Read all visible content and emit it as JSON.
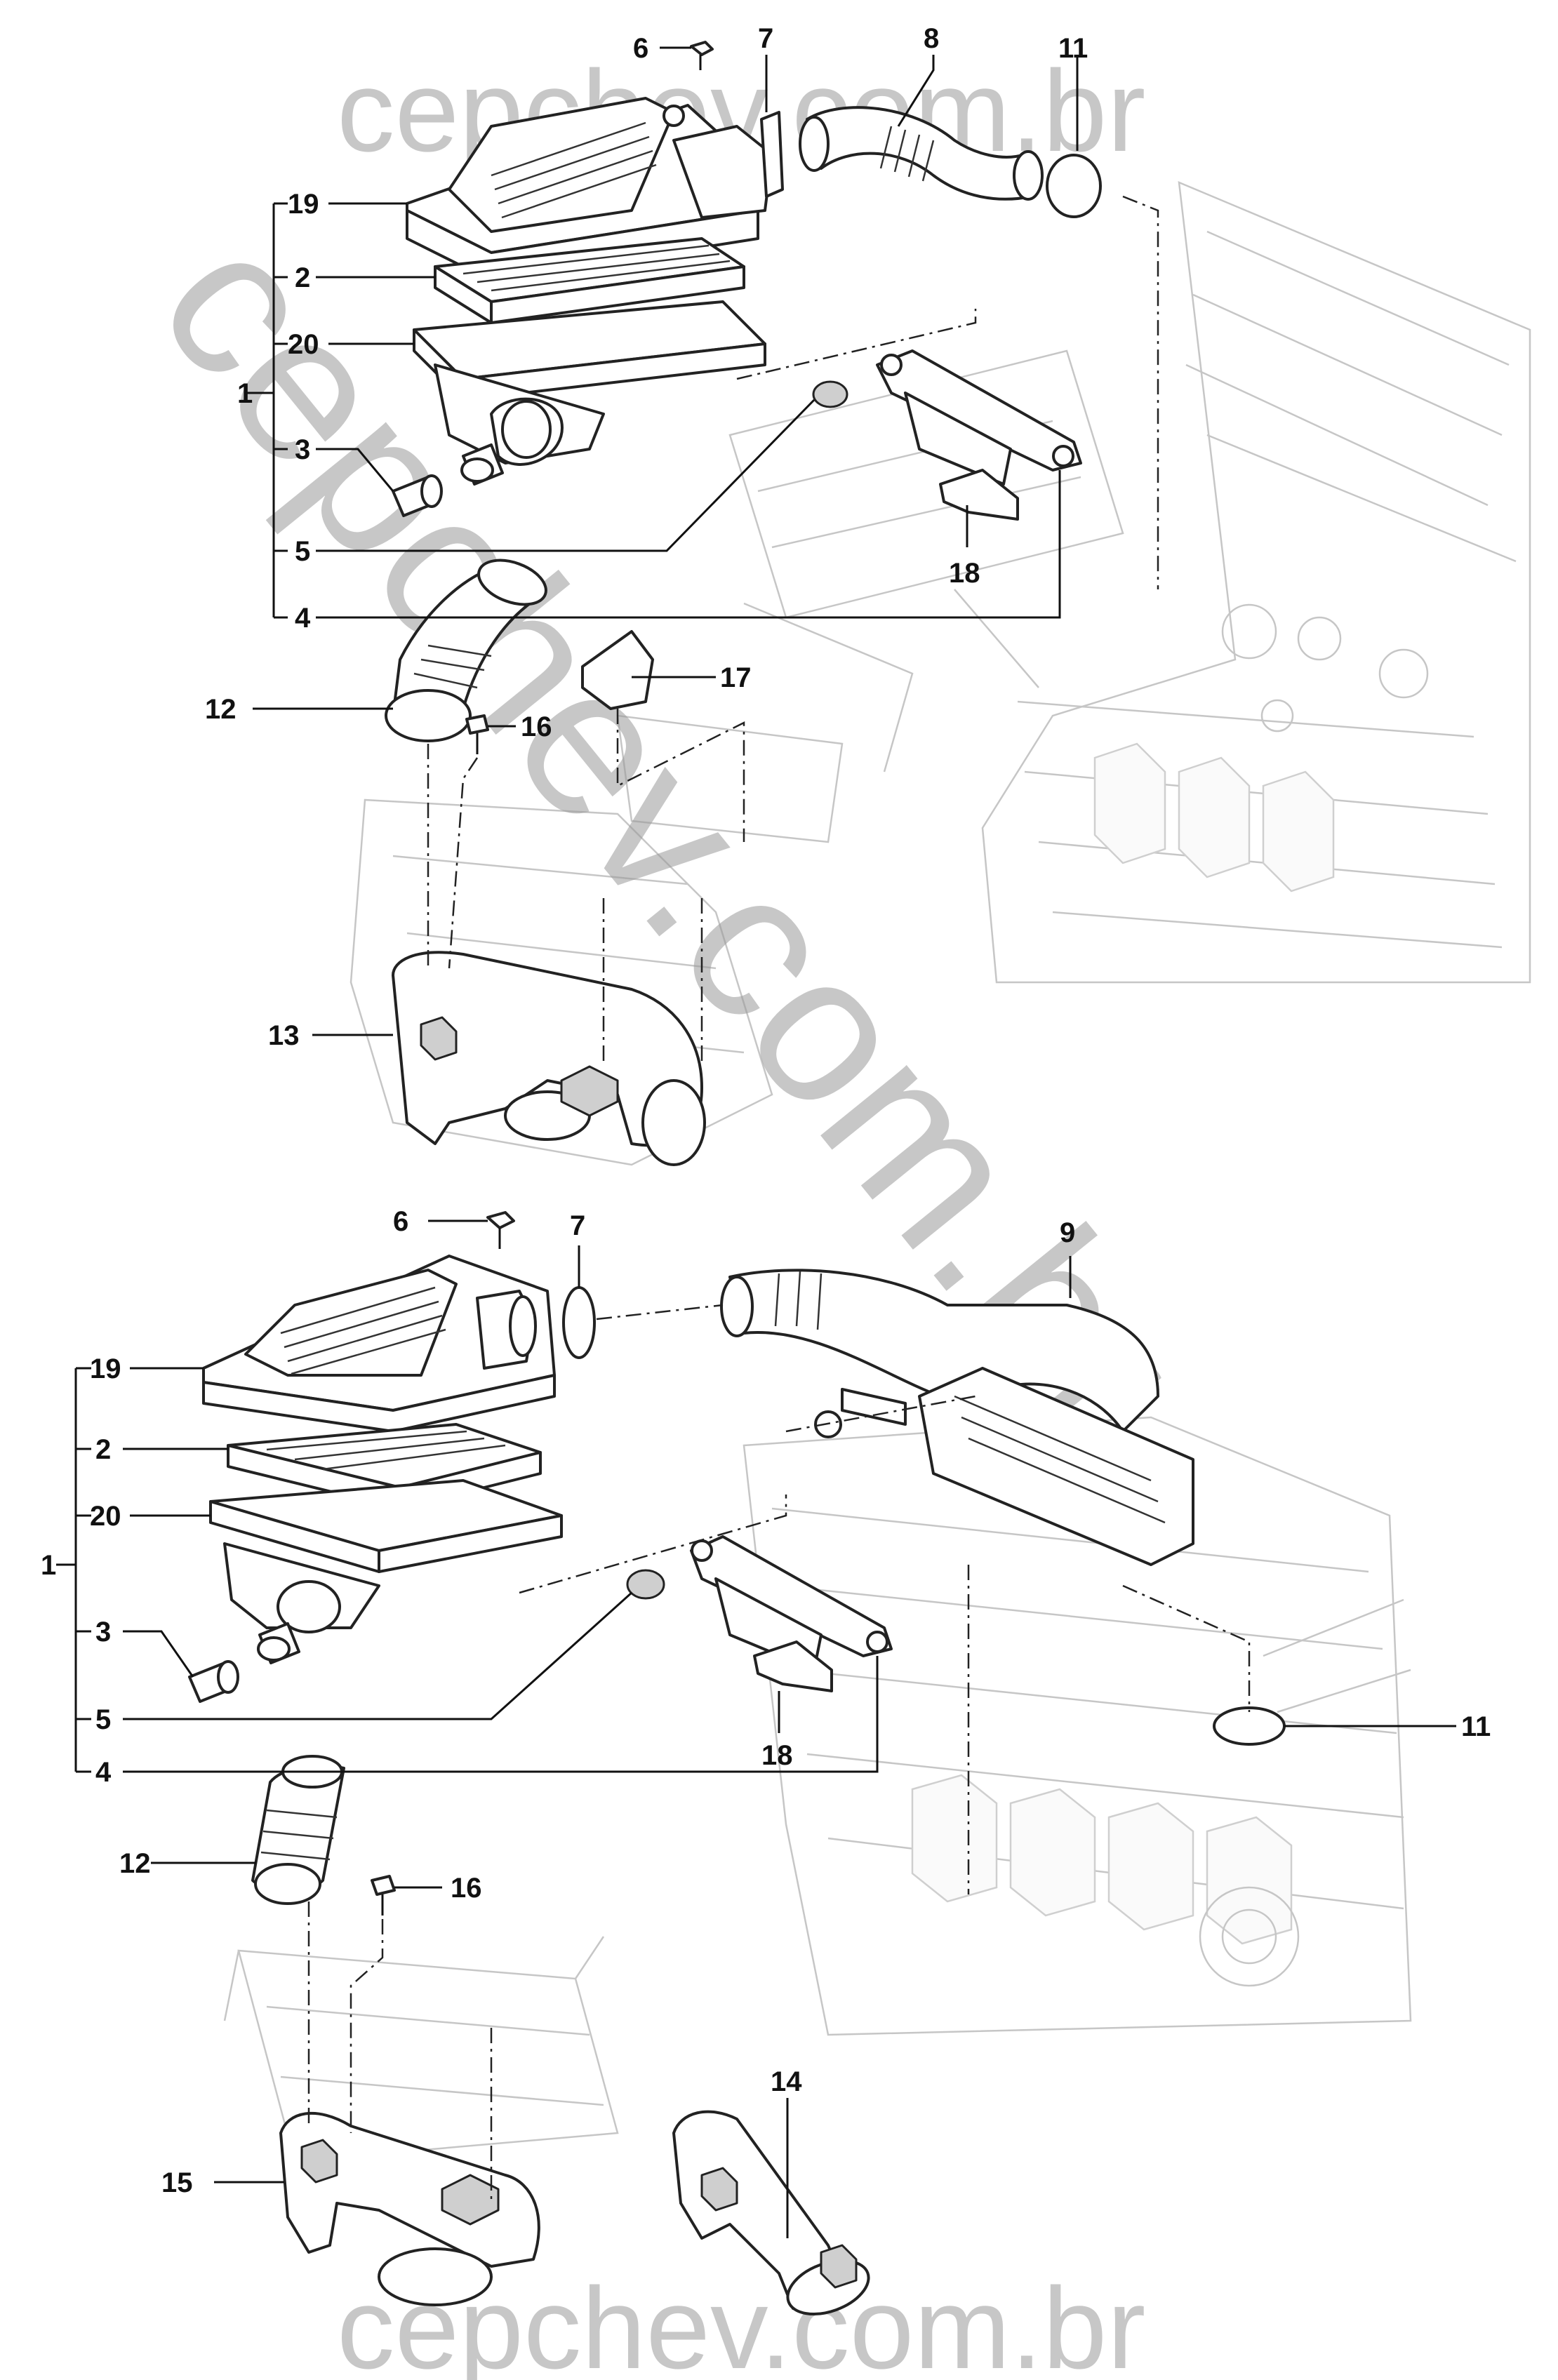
{
  "watermark": {
    "top": "cepchev.com.br",
    "diagonal": "cepchev.com.br",
    "bottom": "cepchev.com.br"
  },
  "callouts": {
    "upper": {
      "c6": "6",
      "c7": "7",
      "c8": "8",
      "c11": "11",
      "c19": "19",
      "c2": "2",
      "c20": "20",
      "c1": "1",
      "c3": "3",
      "c5": "5",
      "c4": "4",
      "c18": "18",
      "c12": "12",
      "c16": "16",
      "c17": "17",
      "c13": "13"
    },
    "lower": {
      "c6": "6",
      "c7": "7",
      "c9": "9",
      "c19": "19",
      "c2": "2",
      "c20": "20",
      "c1": "1",
      "c3": "3",
      "c5": "5",
      "c4": "4",
      "c18": "18",
      "c11": "11",
      "c12": "12",
      "c16": "16",
      "c15": "15",
      "c14": "14"
    }
  }
}
